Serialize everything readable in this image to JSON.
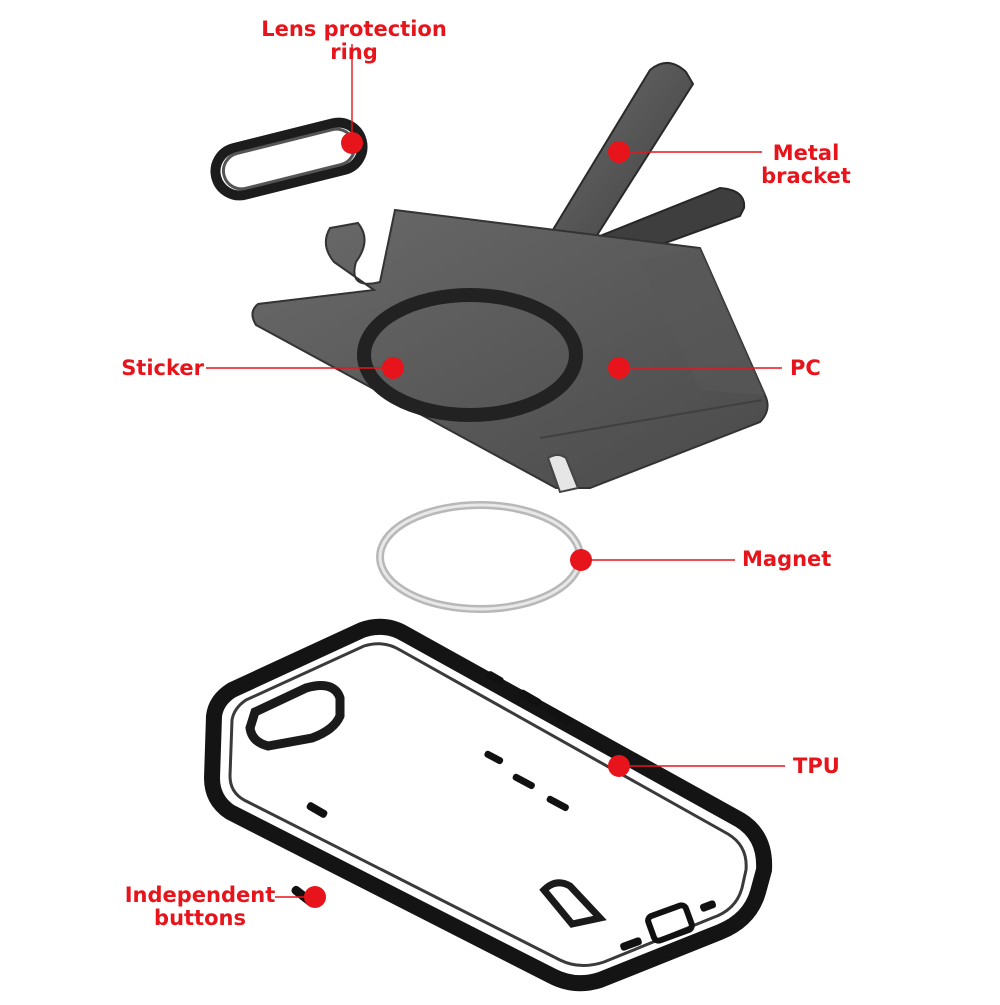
{
  "accent_color": "#e8141b",
  "callouts": {
    "lens_ring": "Lens protection ring",
    "metal_bracket": "Metal\nbracket",
    "sticker": "Sticker",
    "pc": "PC",
    "magnet": "Magnet",
    "tpu": "TPU",
    "buttons": "Independent\nbuttons"
  }
}
